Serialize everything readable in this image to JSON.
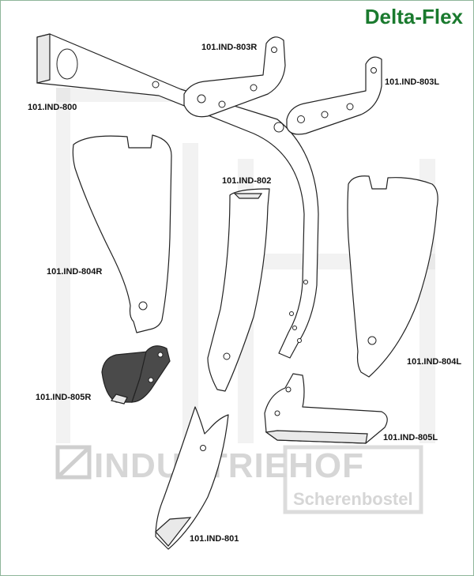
{
  "brand": {
    "title": "Delta-Flex",
    "color": "#1a7a2e"
  },
  "watermark": {
    "company": "INDUSTRIEHOF",
    "location": "Scherenbostel",
    "color": "#d9d9d9"
  },
  "parts": [
    {
      "id": "101.IND-800"
    },
    {
      "id": "101.IND-803R"
    },
    {
      "id": "101.IND-803L"
    },
    {
      "id": "101.IND-802"
    },
    {
      "id": "101.IND-804R"
    },
    {
      "id": "101.IND-804L"
    },
    {
      "id": "101.IND-805R"
    },
    {
      "id": "101.IND-805L"
    },
    {
      "id": "101.IND-801"
    }
  ]
}
